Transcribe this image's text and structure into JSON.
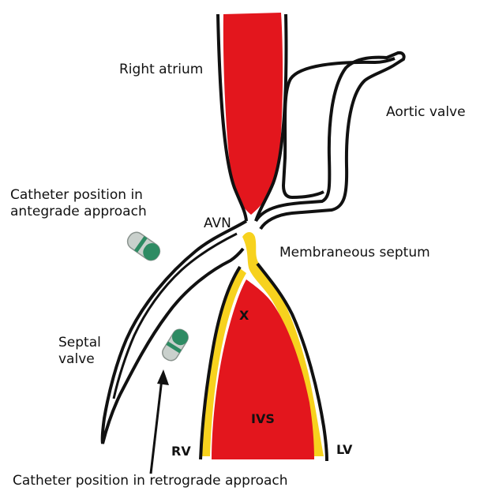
{
  "labels": {
    "right_atrium": "Right atrium",
    "aortic_valve": "Aortic valve",
    "catheter_antegrade": "Catheter position in antegrade approach",
    "avn": "AVN",
    "membraneous_septum": "Membraneous septum",
    "septal_valve": "Septal valve",
    "x_marker": "X",
    "ivs": "IVS",
    "rv": "RV",
    "lv": "LV",
    "catheter_retrograde": "Catheter position in retrograde approach"
  },
  "colors": {
    "muscle": "#e3161d",
    "outline": "#111111",
    "membrane": "#f7d21e",
    "catheter_body": "#c9d0cc",
    "catheter_tip": "#2e8b63"
  }
}
